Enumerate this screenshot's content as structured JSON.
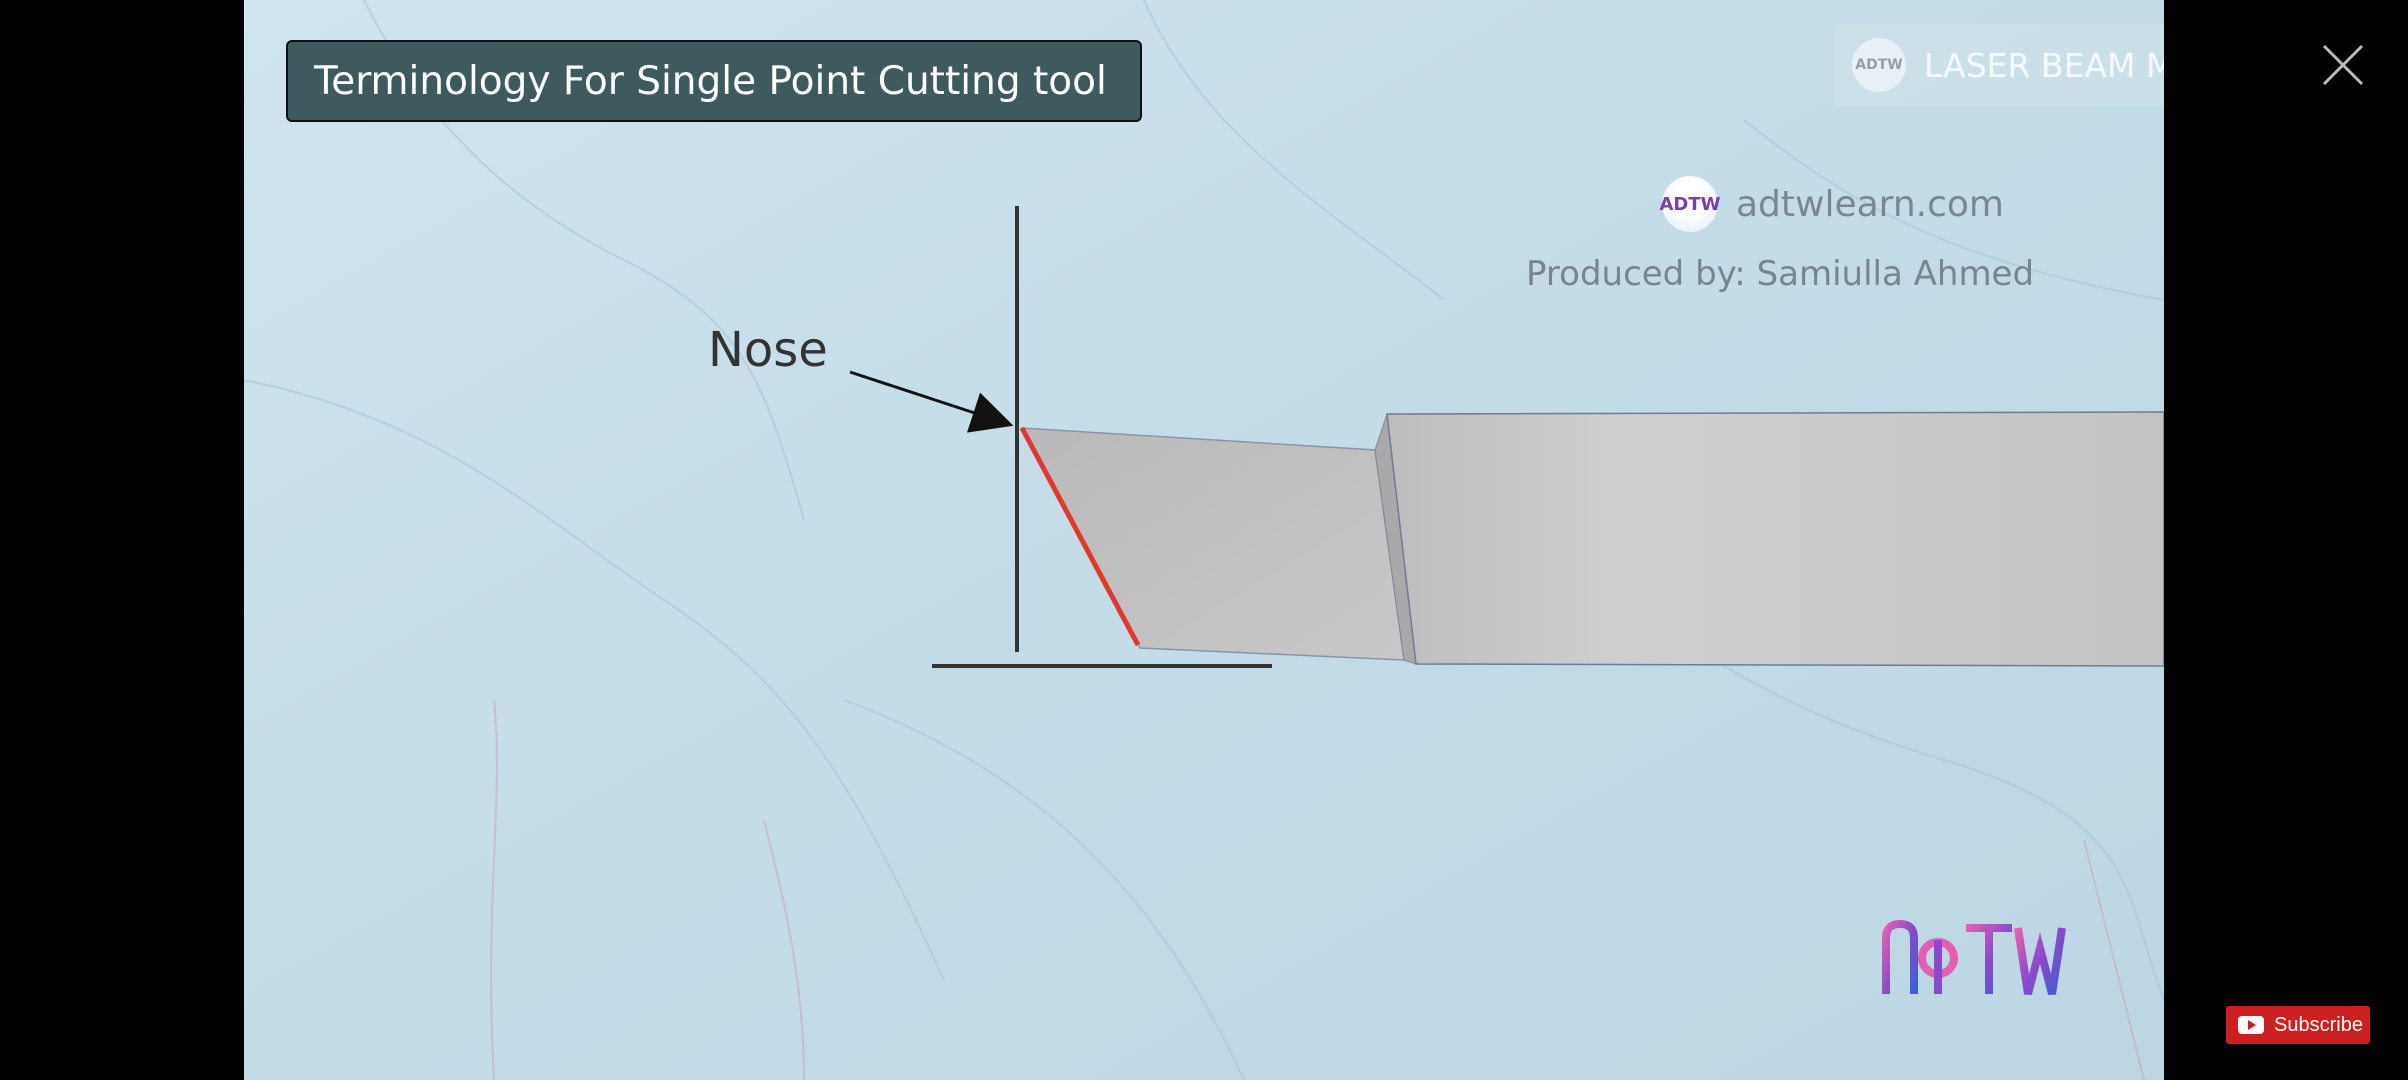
{
  "video": {
    "title_banner": "Terminology For Single Point Cutting tool",
    "nose_label": "Nose",
    "watermark_site": "adtwlearn.com",
    "produced_by": "Produced by: Samiulla Ahmed",
    "logo_mark": "ADTW"
  },
  "end_card": {
    "title": "LASER BEAM MACHI...",
    "logo_icon": "adtw-logo-icon"
  },
  "controls": {
    "close_icon": "close-icon",
    "subscribe_label": "Subscribe",
    "subscribe_icon": "youtube-play-icon"
  },
  "colors": {
    "banner_bg": "#3f5a5f",
    "background": "#c7e0ec",
    "tool_gray": "#c3c3c3",
    "cutting_edge": "#e0392b",
    "subscribe_red": "#cc1f1f",
    "brand_purple": "#7a3fa8"
  }
}
